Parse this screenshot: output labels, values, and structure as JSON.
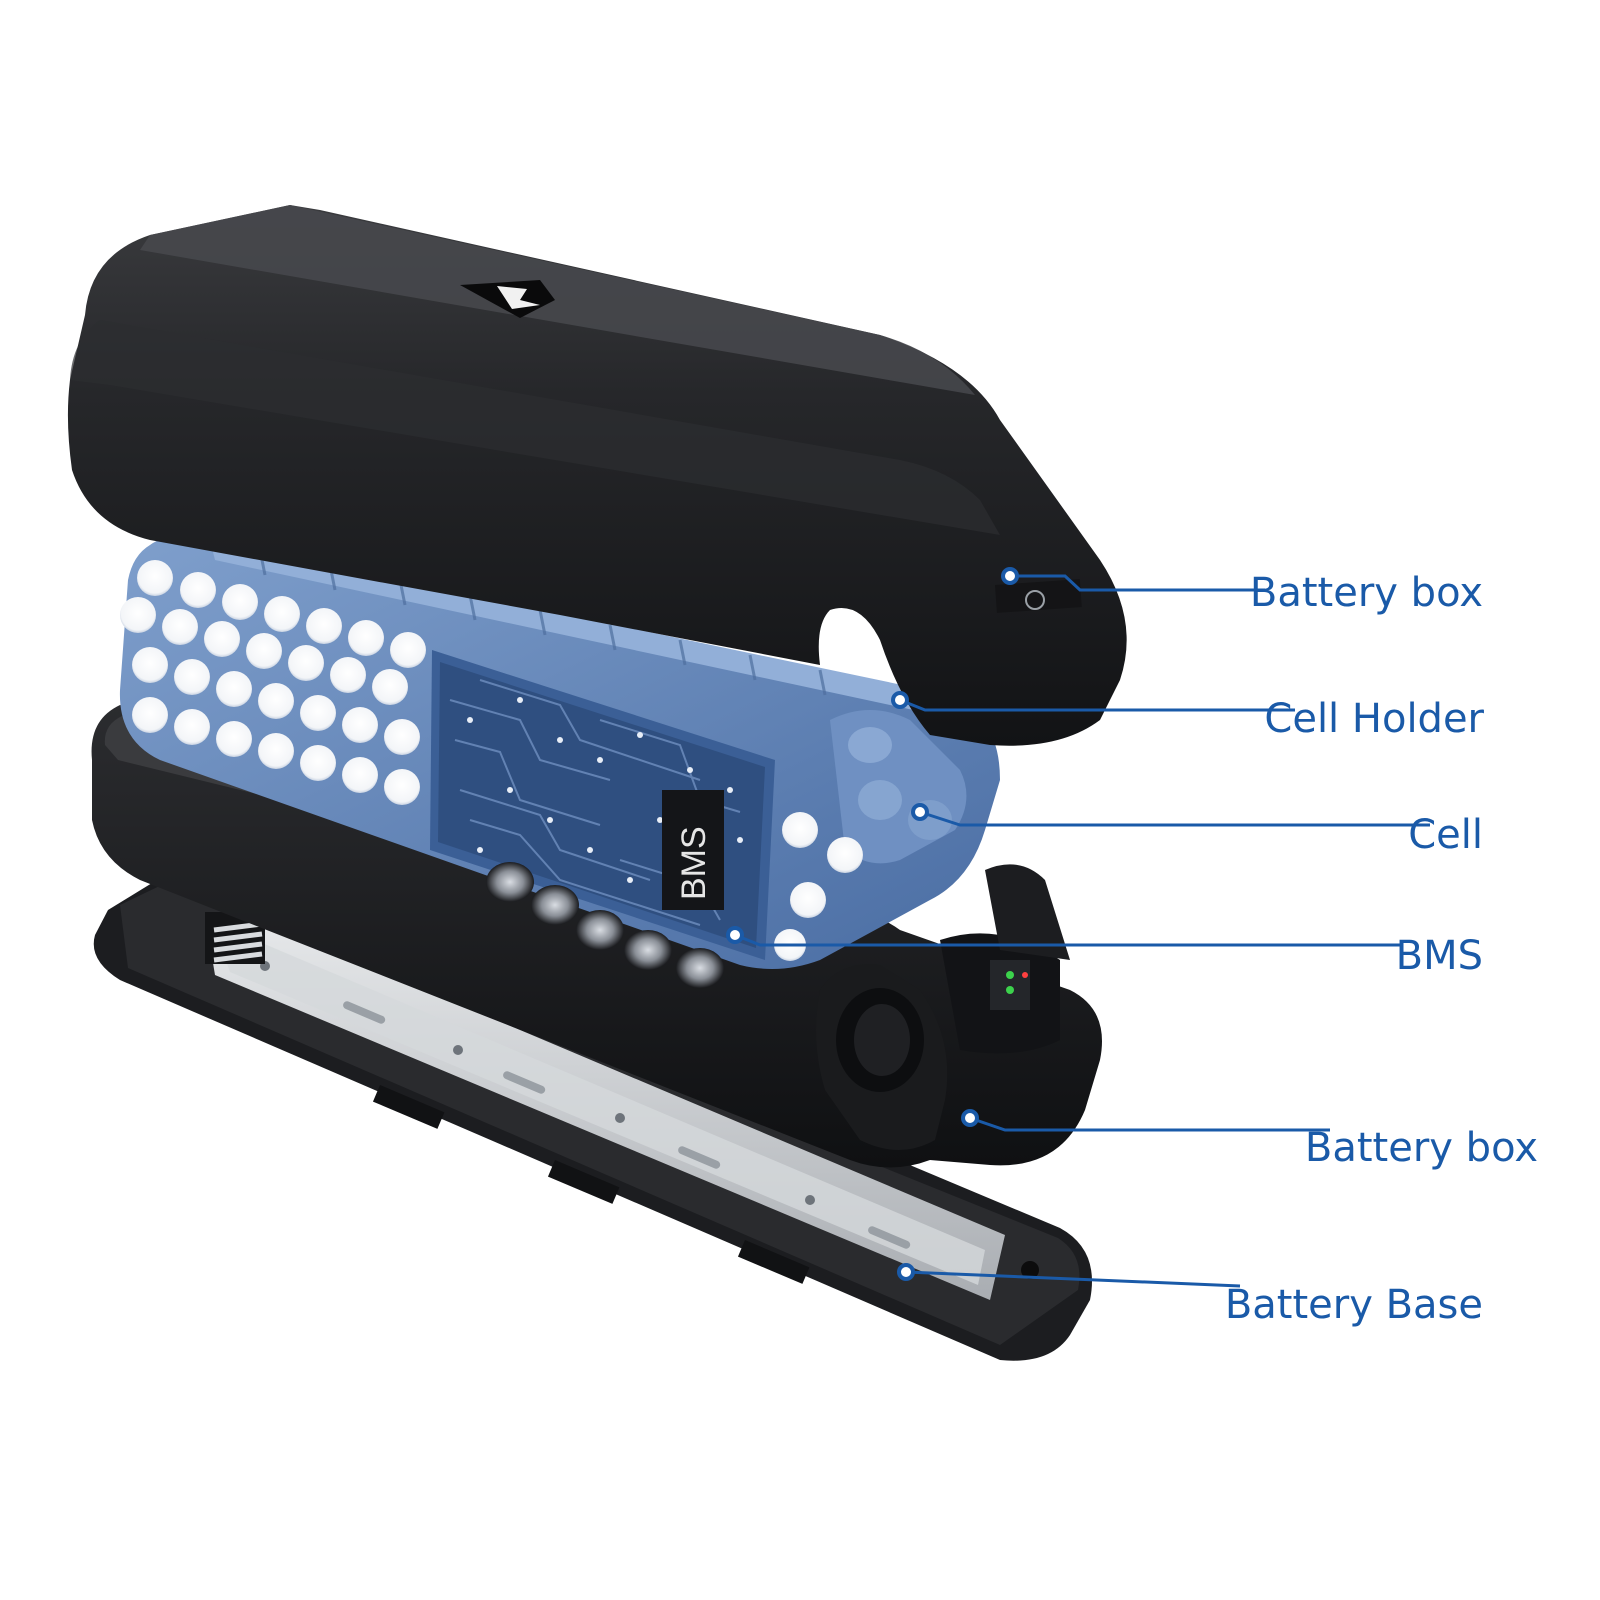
{
  "diagram": {
    "callouts": [
      {
        "id": "top-box",
        "label": "Battery box"
      },
      {
        "id": "holder",
        "label": "Cell Holder"
      },
      {
        "id": "cell",
        "label": "Cell"
      },
      {
        "id": "bms",
        "label": "BMS"
      },
      {
        "id": "bottom-box",
        "label": "Battery box"
      },
      {
        "id": "base",
        "label": "Battery Base"
      }
    ],
    "bms_chip_text": "BMS",
    "colors": {
      "label": "#1a5aa8",
      "leader": "#1a5aa8",
      "housing": "#1e1f21",
      "cell_holder": "#5a7fb5",
      "pcb": "#3b5f96",
      "rail": "#c8cbcf"
    }
  }
}
